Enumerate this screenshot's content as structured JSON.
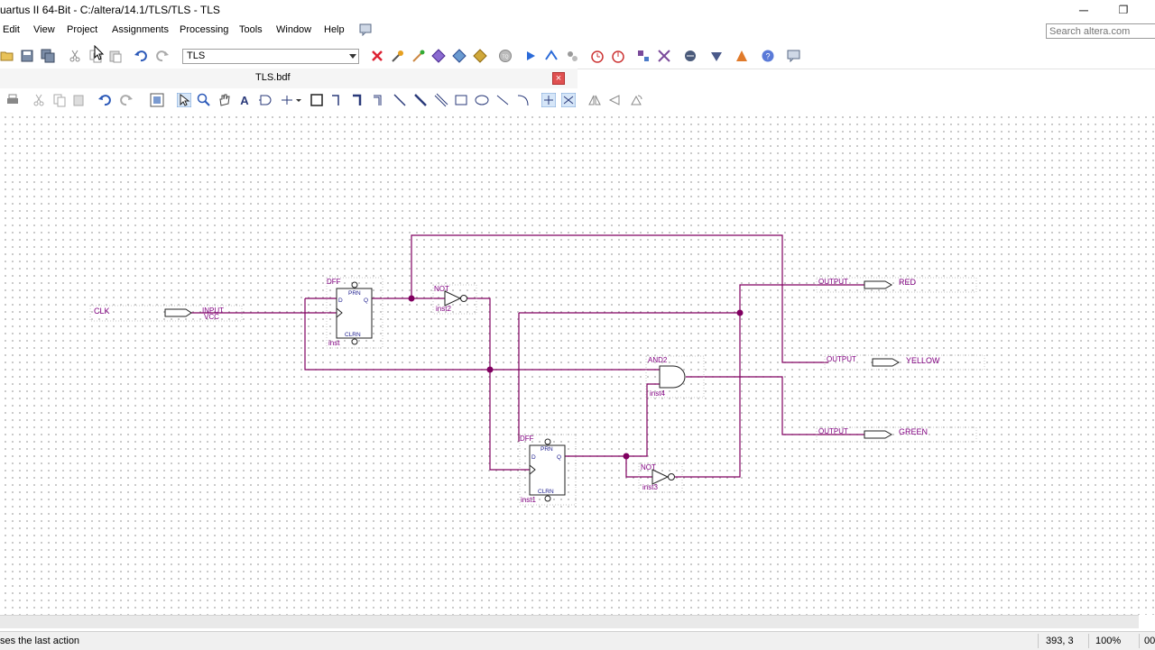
{
  "window": {
    "title": "uartus II 64-Bit - C:/altera/14.1/TLS/TLS - TLS",
    "minimize_glyph": "─",
    "restore_glyph": "❐"
  },
  "menu": {
    "items": [
      "Edit",
      "View",
      "Project",
      "Assignments",
      "Processing",
      "Tools",
      "Window",
      "Help"
    ]
  },
  "search": {
    "placeholder": "Search altera.com"
  },
  "toolbar": {
    "project_select_value": "TLS"
  },
  "document": {
    "tab_label": "TLS.bdf",
    "close_glyph": "×"
  },
  "schematic": {
    "clk_pin": {
      "name": "CLK",
      "type": "INPUT",
      "default": "VCC"
    },
    "dff1": {
      "type": "DFF",
      "instance": "inst",
      "d": "D",
      "q": "Q",
      "prn": "PRN",
      "clrn": "CLRN"
    },
    "dff2": {
      "type": "DFF",
      "instance": "inst1",
      "d": "D",
      "q": "Q",
      "prn": "PRN",
      "clrn": "CLRN"
    },
    "not1": {
      "type": "NOT",
      "instance": "inst2"
    },
    "not2": {
      "type": "NOT",
      "instance": "inst3"
    },
    "and1": {
      "type": "AND2",
      "instance": "inst4"
    },
    "outputs": [
      {
        "type": "OUTPUT",
        "name": "RED"
      },
      {
        "type": "OUTPUT",
        "name": "YELLOW"
      },
      {
        "type": "OUTPUT",
        "name": "GREEN"
      }
    ],
    "colors": {
      "wire": "#800060",
      "label": "#800080",
      "symbol": "#1a1a8c"
    }
  },
  "status": {
    "message": "ses the last action",
    "coords": "393, 3",
    "zoom": "100%",
    "extra": "00"
  }
}
